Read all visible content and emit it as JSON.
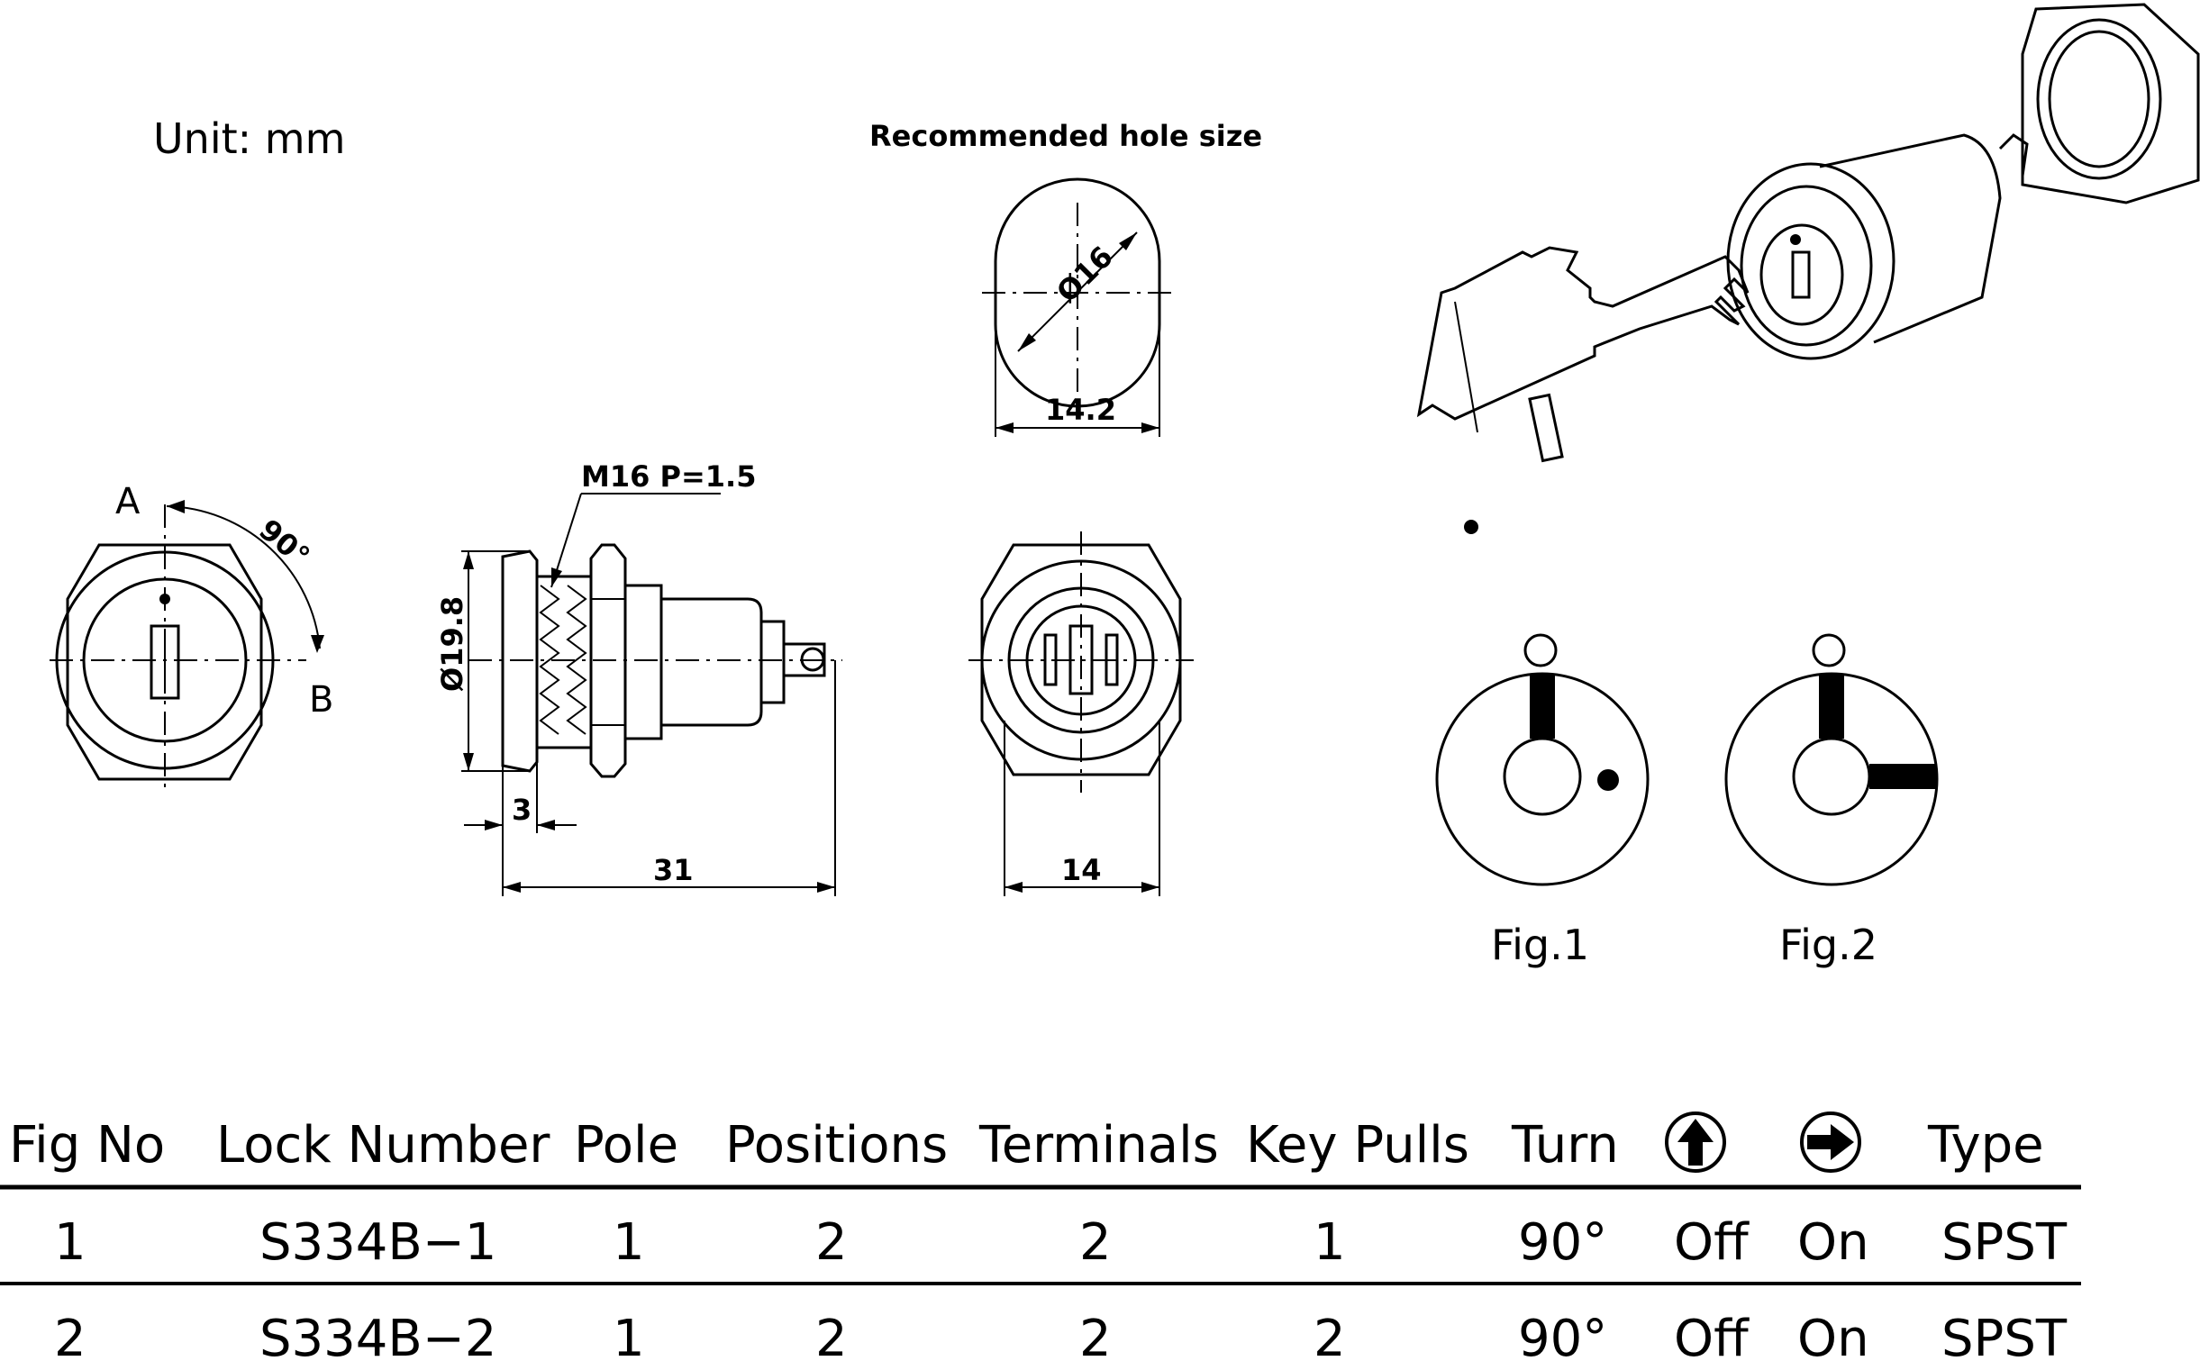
{
  "header": {
    "unit_label": "Unit:  mm",
    "hole_title": "Recommended  hole  size"
  },
  "dimensions": {
    "hole_diameter": "Ø16",
    "hole_flat": "14.2",
    "angle": "90°",
    "pos_a": "A",
    "pos_b": "B",
    "thread": "M16  P=1.5",
    "body_diameter": "Ø19.8",
    "flange": "3",
    "length": "31",
    "hex_width": "14"
  },
  "figures": {
    "fig1_label": "Fig.1",
    "fig2_label": "Fig.2"
  },
  "table": {
    "headers": [
      "Fig  No",
      "Lock  Number",
      "Pole",
      "Positions",
      "Terminals",
      "Key  Pulls",
      "Turn",
      "",
      "",
      "Type"
    ],
    "header_icons": [
      "arrow-up-circle-icon",
      "arrow-right-circle-icon"
    ],
    "rows": [
      [
        "1",
        "S334B−1",
        "1",
        "2",
        "2",
        "1",
        "90°",
        "Off",
        "On",
        "SPST"
      ],
      [
        "2",
        "S334B−2",
        "1",
        "2",
        "2",
        "2",
        "90°",
        "Off",
        "On",
        "SPST"
      ]
    ]
  }
}
